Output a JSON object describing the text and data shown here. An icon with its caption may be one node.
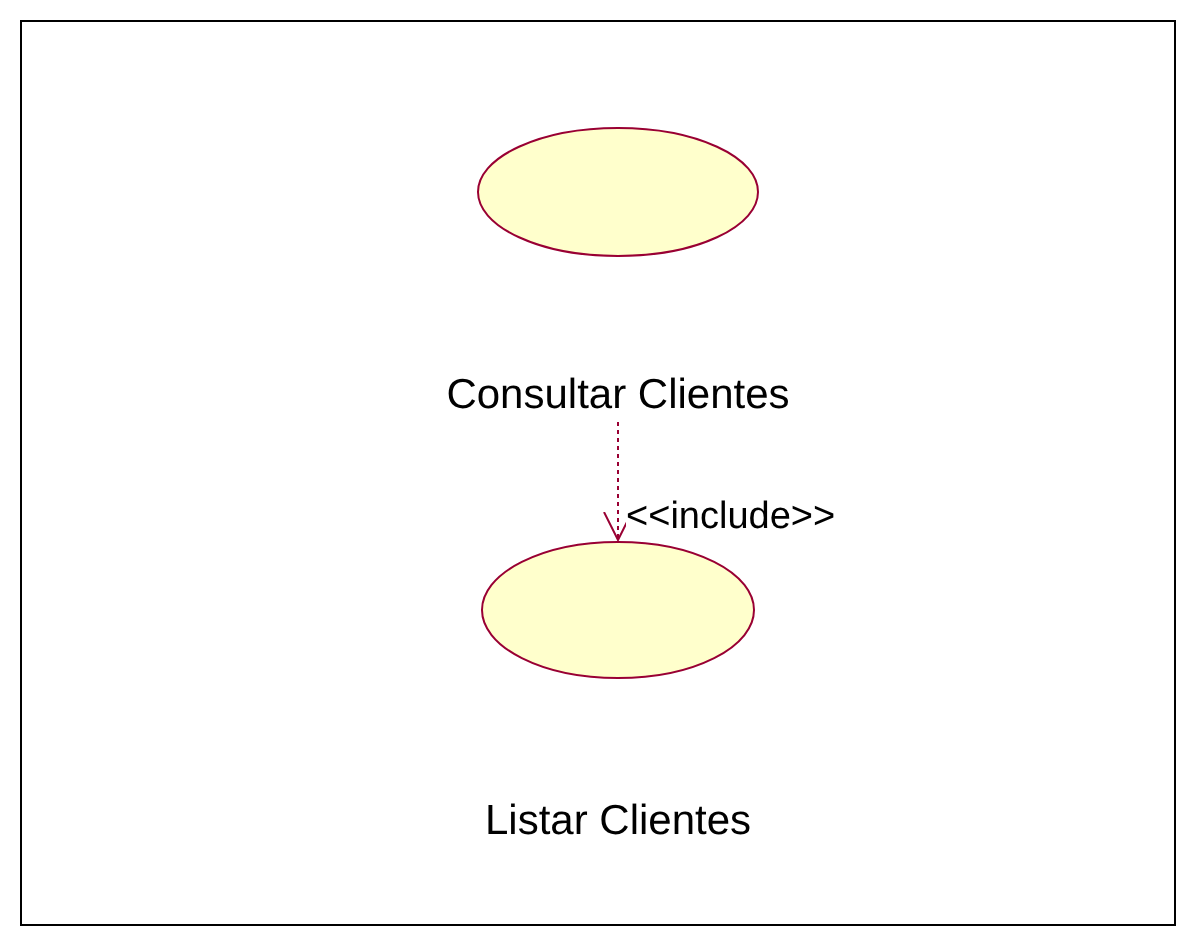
{
  "diagram": {
    "nodes": [
      {
        "text": [
          "Consultar Clientes"
        ]
      },
      {
        "text": [
          "Listar Clientes"
        ]
      }
    ],
    "edges": [
      {
        "from": 0,
        "to": 1,
        "arrow": "to",
        "label": "<<include>>",
        "style": "dashed",
        "color": "#990033"
      }
    ]
  }
}
